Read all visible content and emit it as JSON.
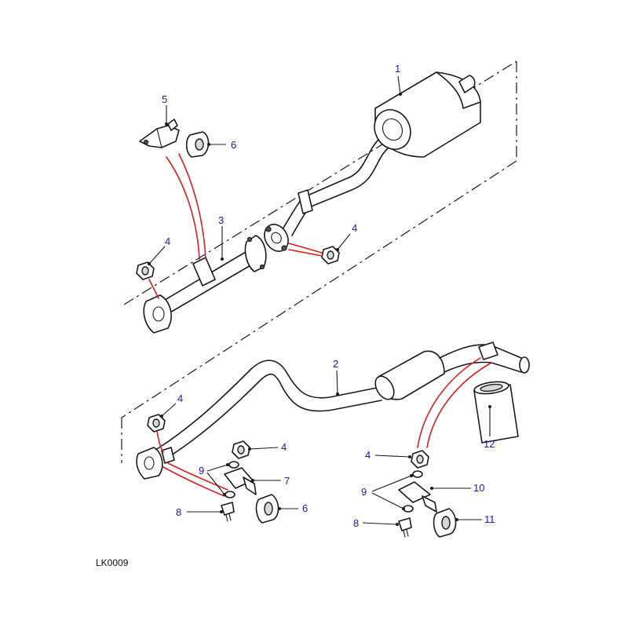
{
  "diagram": {
    "reference_code": "LK0009",
    "callouts": {
      "c1": "1",
      "c2": "2",
      "c3": "3",
      "c4a": "4",
      "c4b": "4",
      "c4c": "4",
      "c4d": "4",
      "c4e": "4",
      "c5": "5",
      "c6a": "6",
      "c6b": "6",
      "c7": "7",
      "c8a": "8",
      "c8b": "8",
      "c9a": "9",
      "c9b": "9",
      "c10": "10",
      "c11": "11",
      "c12": "12"
    },
    "colors": {
      "callout_text": "#1a1aa8",
      "linework": "#1a1a1a",
      "assembly_lines": "#d42020"
    }
  }
}
